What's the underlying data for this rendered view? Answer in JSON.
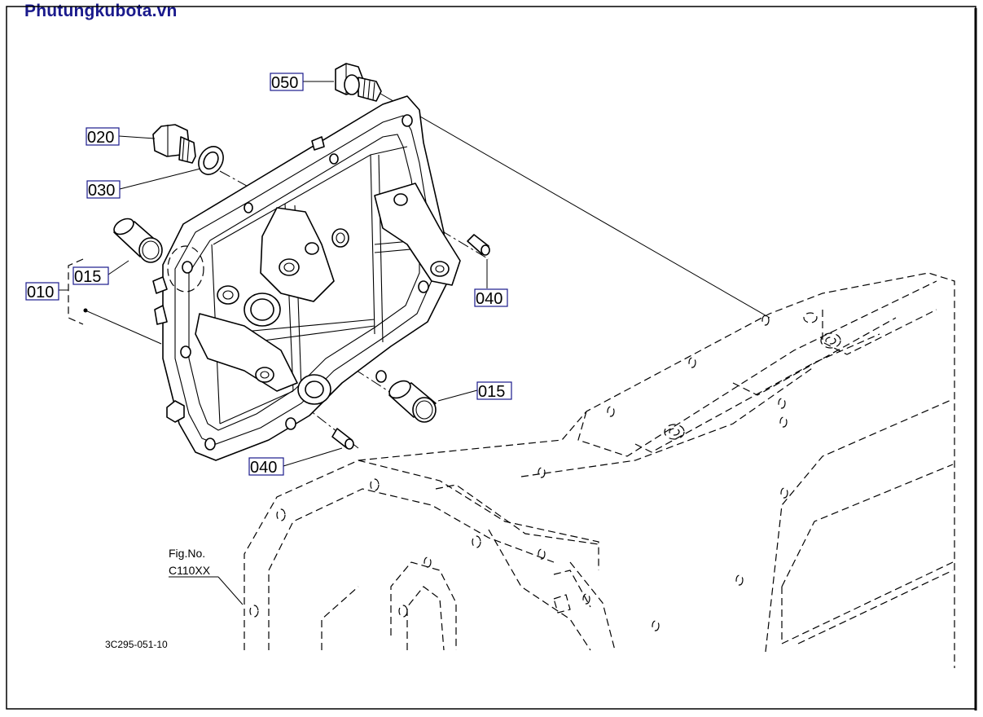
{
  "site": {
    "title": "Phutungkubota.vn",
    "brand_color": "#1a1a8c"
  },
  "callouts": {
    "c050": "050",
    "c020": "020",
    "c030": "030",
    "c010": "010",
    "c015a": "015",
    "c015b": "015",
    "c040a": "040",
    "c040b": "040"
  },
  "figure": {
    "ref_line1": "Fig.No.",
    "ref_line2": "C110XX",
    "drawing_code": "3C295-051-10"
  }
}
